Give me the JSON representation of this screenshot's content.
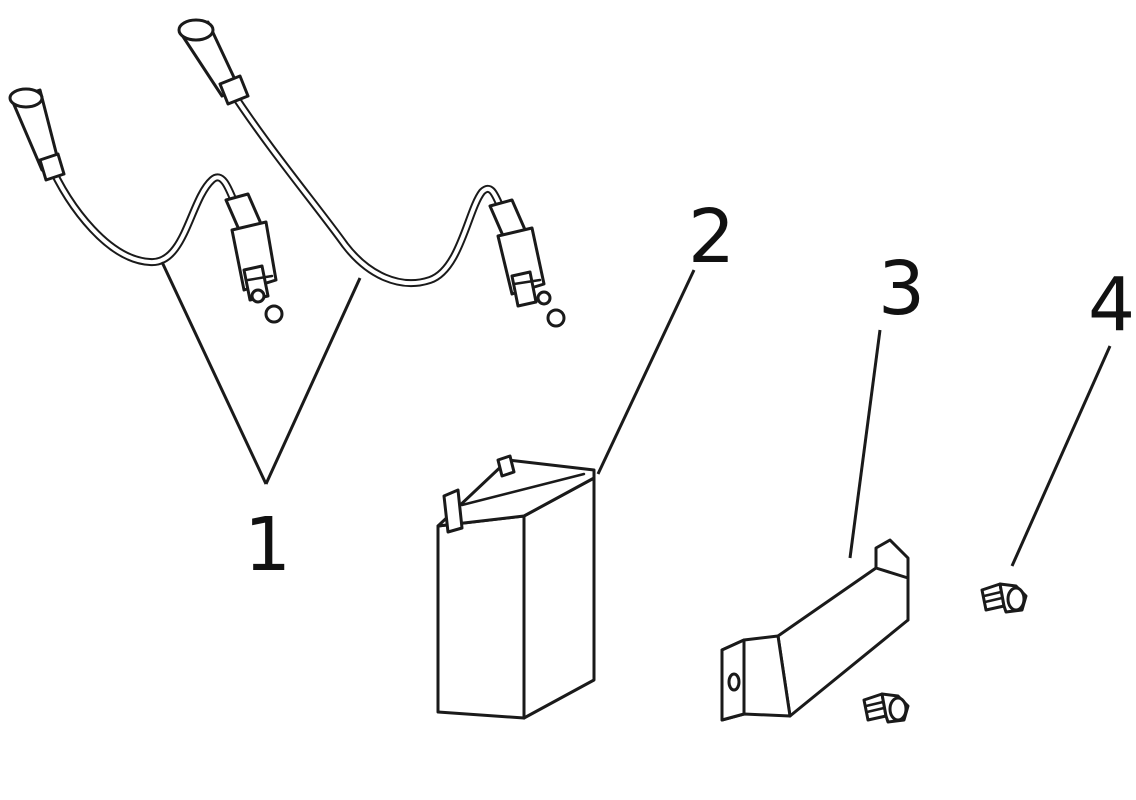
{
  "callouts": [
    {
      "number": "1",
      "part": "battery-cables"
    },
    {
      "number": "2",
      "part": "battery"
    },
    {
      "number": "3",
      "part": "battery-strap"
    },
    {
      "number": "4",
      "part": "bolt"
    }
  ],
  "colors": {
    "line": "#1a1a1a",
    "background": "#ffffff"
  }
}
